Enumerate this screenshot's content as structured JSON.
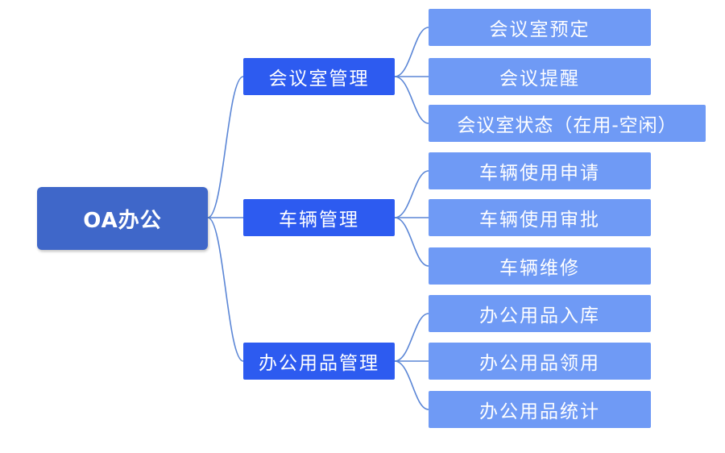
{
  "root": {
    "label": "OA办公"
  },
  "branches": [
    {
      "label": "会议室管理",
      "leaves": [
        "会议室预定",
        "会议提醒",
        "会议室状态（在用-空闲）"
      ]
    },
    {
      "label": "车辆管理",
      "leaves": [
        "车辆使用申请",
        "车辆使用审批",
        "车辆维修"
      ]
    },
    {
      "label": "办公用品管理",
      "leaves": [
        "办公用品入库",
        "办公用品领用",
        "办公用品统计"
      ]
    }
  ],
  "colors": {
    "root": "#3f67c9",
    "branch": "#2d5bf0",
    "leaf": "#6f9af5",
    "connector": "#5b86d6"
  }
}
